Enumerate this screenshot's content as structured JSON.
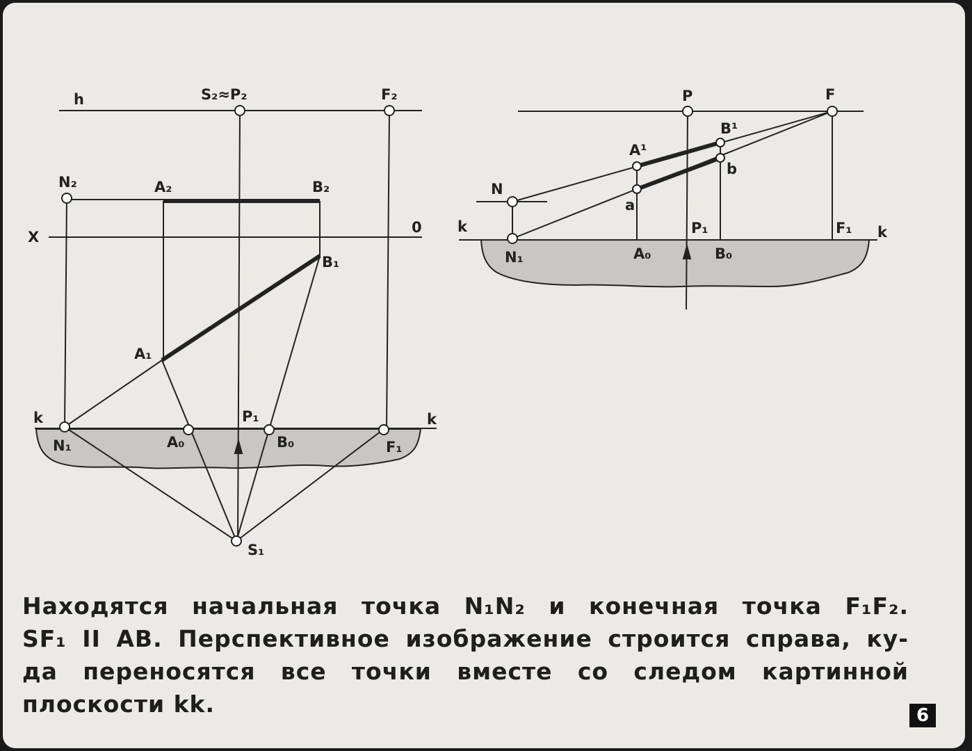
{
  "left_diagram": {
    "labels": {
      "h": "h",
      "s2p2": "S₂≈P₂",
      "f2": "F₂",
      "n2": "N₂",
      "a2": "A₂",
      "b2": "B₂",
      "x": "X",
      "zero": "0",
      "b1": "B₁",
      "a1": "A₁",
      "k_left": "k",
      "k_right": "k",
      "p1": "P₁",
      "n1": "N₁",
      "a0": "A₀",
      "b0": "B₀",
      "f1": "F₁",
      "s1": "S₁"
    }
  },
  "right_diagram": {
    "labels": {
      "p": "P",
      "f": "F",
      "b_prime": "B¹",
      "a_prime": "A¹",
      "b": "b",
      "a": "a",
      "n": "N",
      "k_left": "k",
      "k_right": "k",
      "p1": "P₁",
      "f1": "F₁",
      "n1": "N₁",
      "a0": "A₀",
      "b0": "B₀"
    }
  },
  "caption": {
    "lines": [
      "Находятся начальная точка N₁N₂ и конечная точка F₁F₂.",
      "SF₁ II AB. Перспективное изображение строится справа, ку-",
      "да переносятся все точки вместе со следом картинной",
      "плоскости kk."
    ]
  },
  "page_number": "6",
  "colors": {
    "background": "#eceae6",
    "ground": "#c9c7c3",
    "ink": "#222222"
  }
}
